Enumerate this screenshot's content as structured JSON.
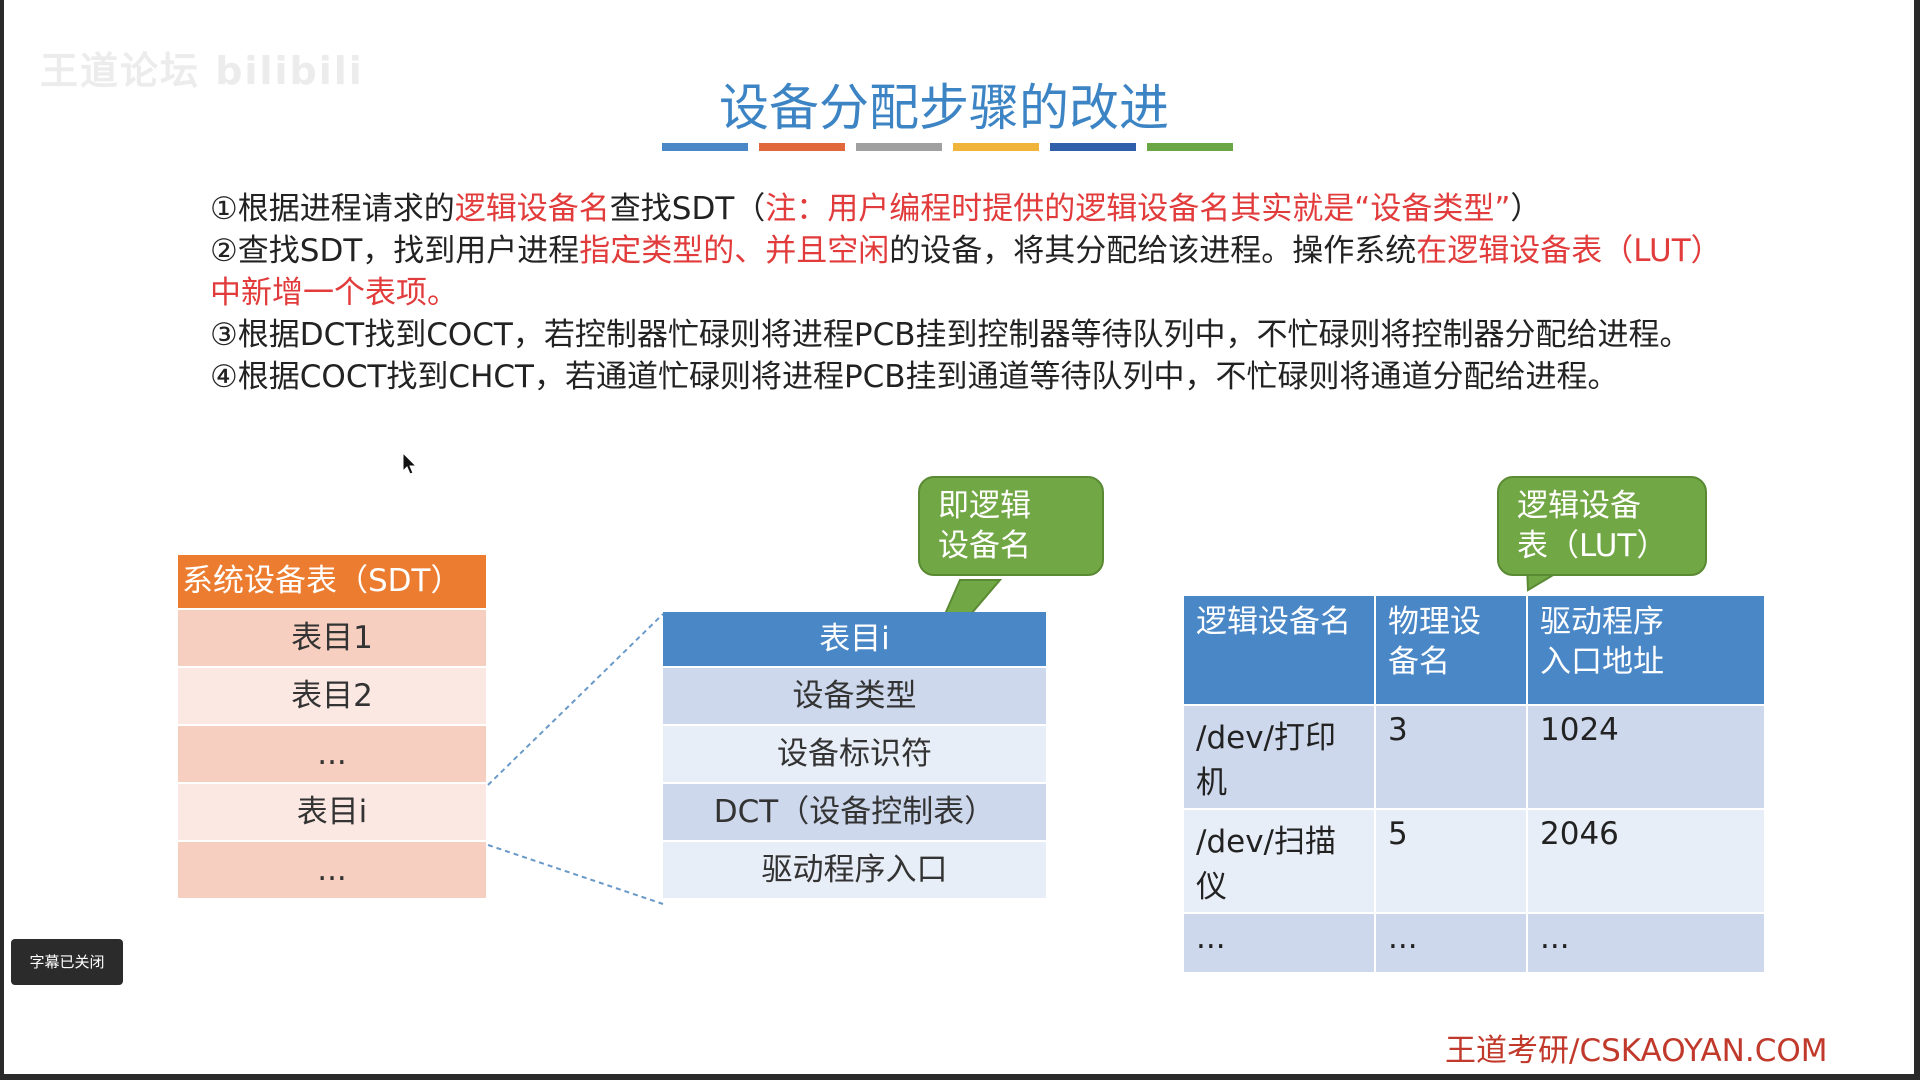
{
  "watermark": "王道论坛 bilibili",
  "slide": {
    "title": "设备分配步骤的改进",
    "color_bar": [
      "#4a87c7",
      "#e0683a",
      "#a0a0a0",
      "#f0b43a",
      "#2f5fab",
      "#6aa546"
    ],
    "steps": {
      "s1_a": "①根据进程请求的",
      "s1_b": "逻辑设备名",
      "s1_c": "查找SDT（",
      "s1_d": "注：用户编程时提供的逻辑设备名其实就是“设备类型”",
      "s1_e": "）",
      "s2_a": "②查找SDT，找到用户进程",
      "s2_b": "指定类型的、并且空闲",
      "s2_c": "的设备，将其分配给该进程。操作系统",
      "s2_d": "在逻辑设备表（LUT）中新增一个表项。",
      "s3": "③根据DCT找到COCT，若控制器忙碌则将进程PCB挂到控制器等待队列中，不忙碌则将控制器分配给进程。",
      "s4": "④根据COCT找到CHCT，若通道忙碌则将进程PCB挂到通道等待队列中，不忙碌则将通道分配给进程。"
    },
    "sdt": {
      "header": "系统设备表（SDT）",
      "rows": [
        "表目1",
        "表目2",
        "...",
        "表目i",
        "..."
      ]
    },
    "entry": {
      "header": "表目i",
      "rows": [
        "设备类型",
        "设备标识符",
        "DCT（设备控制表）",
        "驱动程序入口"
      ]
    },
    "callout_logical": "即逻辑设备名",
    "callout_logical_l1": "即逻辑",
    "callout_logical_l2": "设备名",
    "callout_lut_l1": "逻辑设备",
    "callout_lut_l2": "表（LUT）",
    "lut": {
      "headers": [
        "逻辑设备名",
        "物理设备名",
        "驱动程序入口地址"
      ],
      "header_lines": [
        [
          "逻辑设备名"
        ],
        [
          "物理设",
          "备名"
        ],
        [
          "驱动程序",
          "入口地址"
        ]
      ],
      "rows": [
        [
          "/dev/打印机",
          "3",
          "1024"
        ],
        [
          "/dev/扫描仪",
          "5",
          "2046"
        ],
        [
          "...",
          "...",
          "..."
        ]
      ]
    },
    "footer_brand": "王道考研/CSKAOYAN.COM"
  },
  "player": {
    "subtitle_toggle": "字幕已关闭"
  }
}
